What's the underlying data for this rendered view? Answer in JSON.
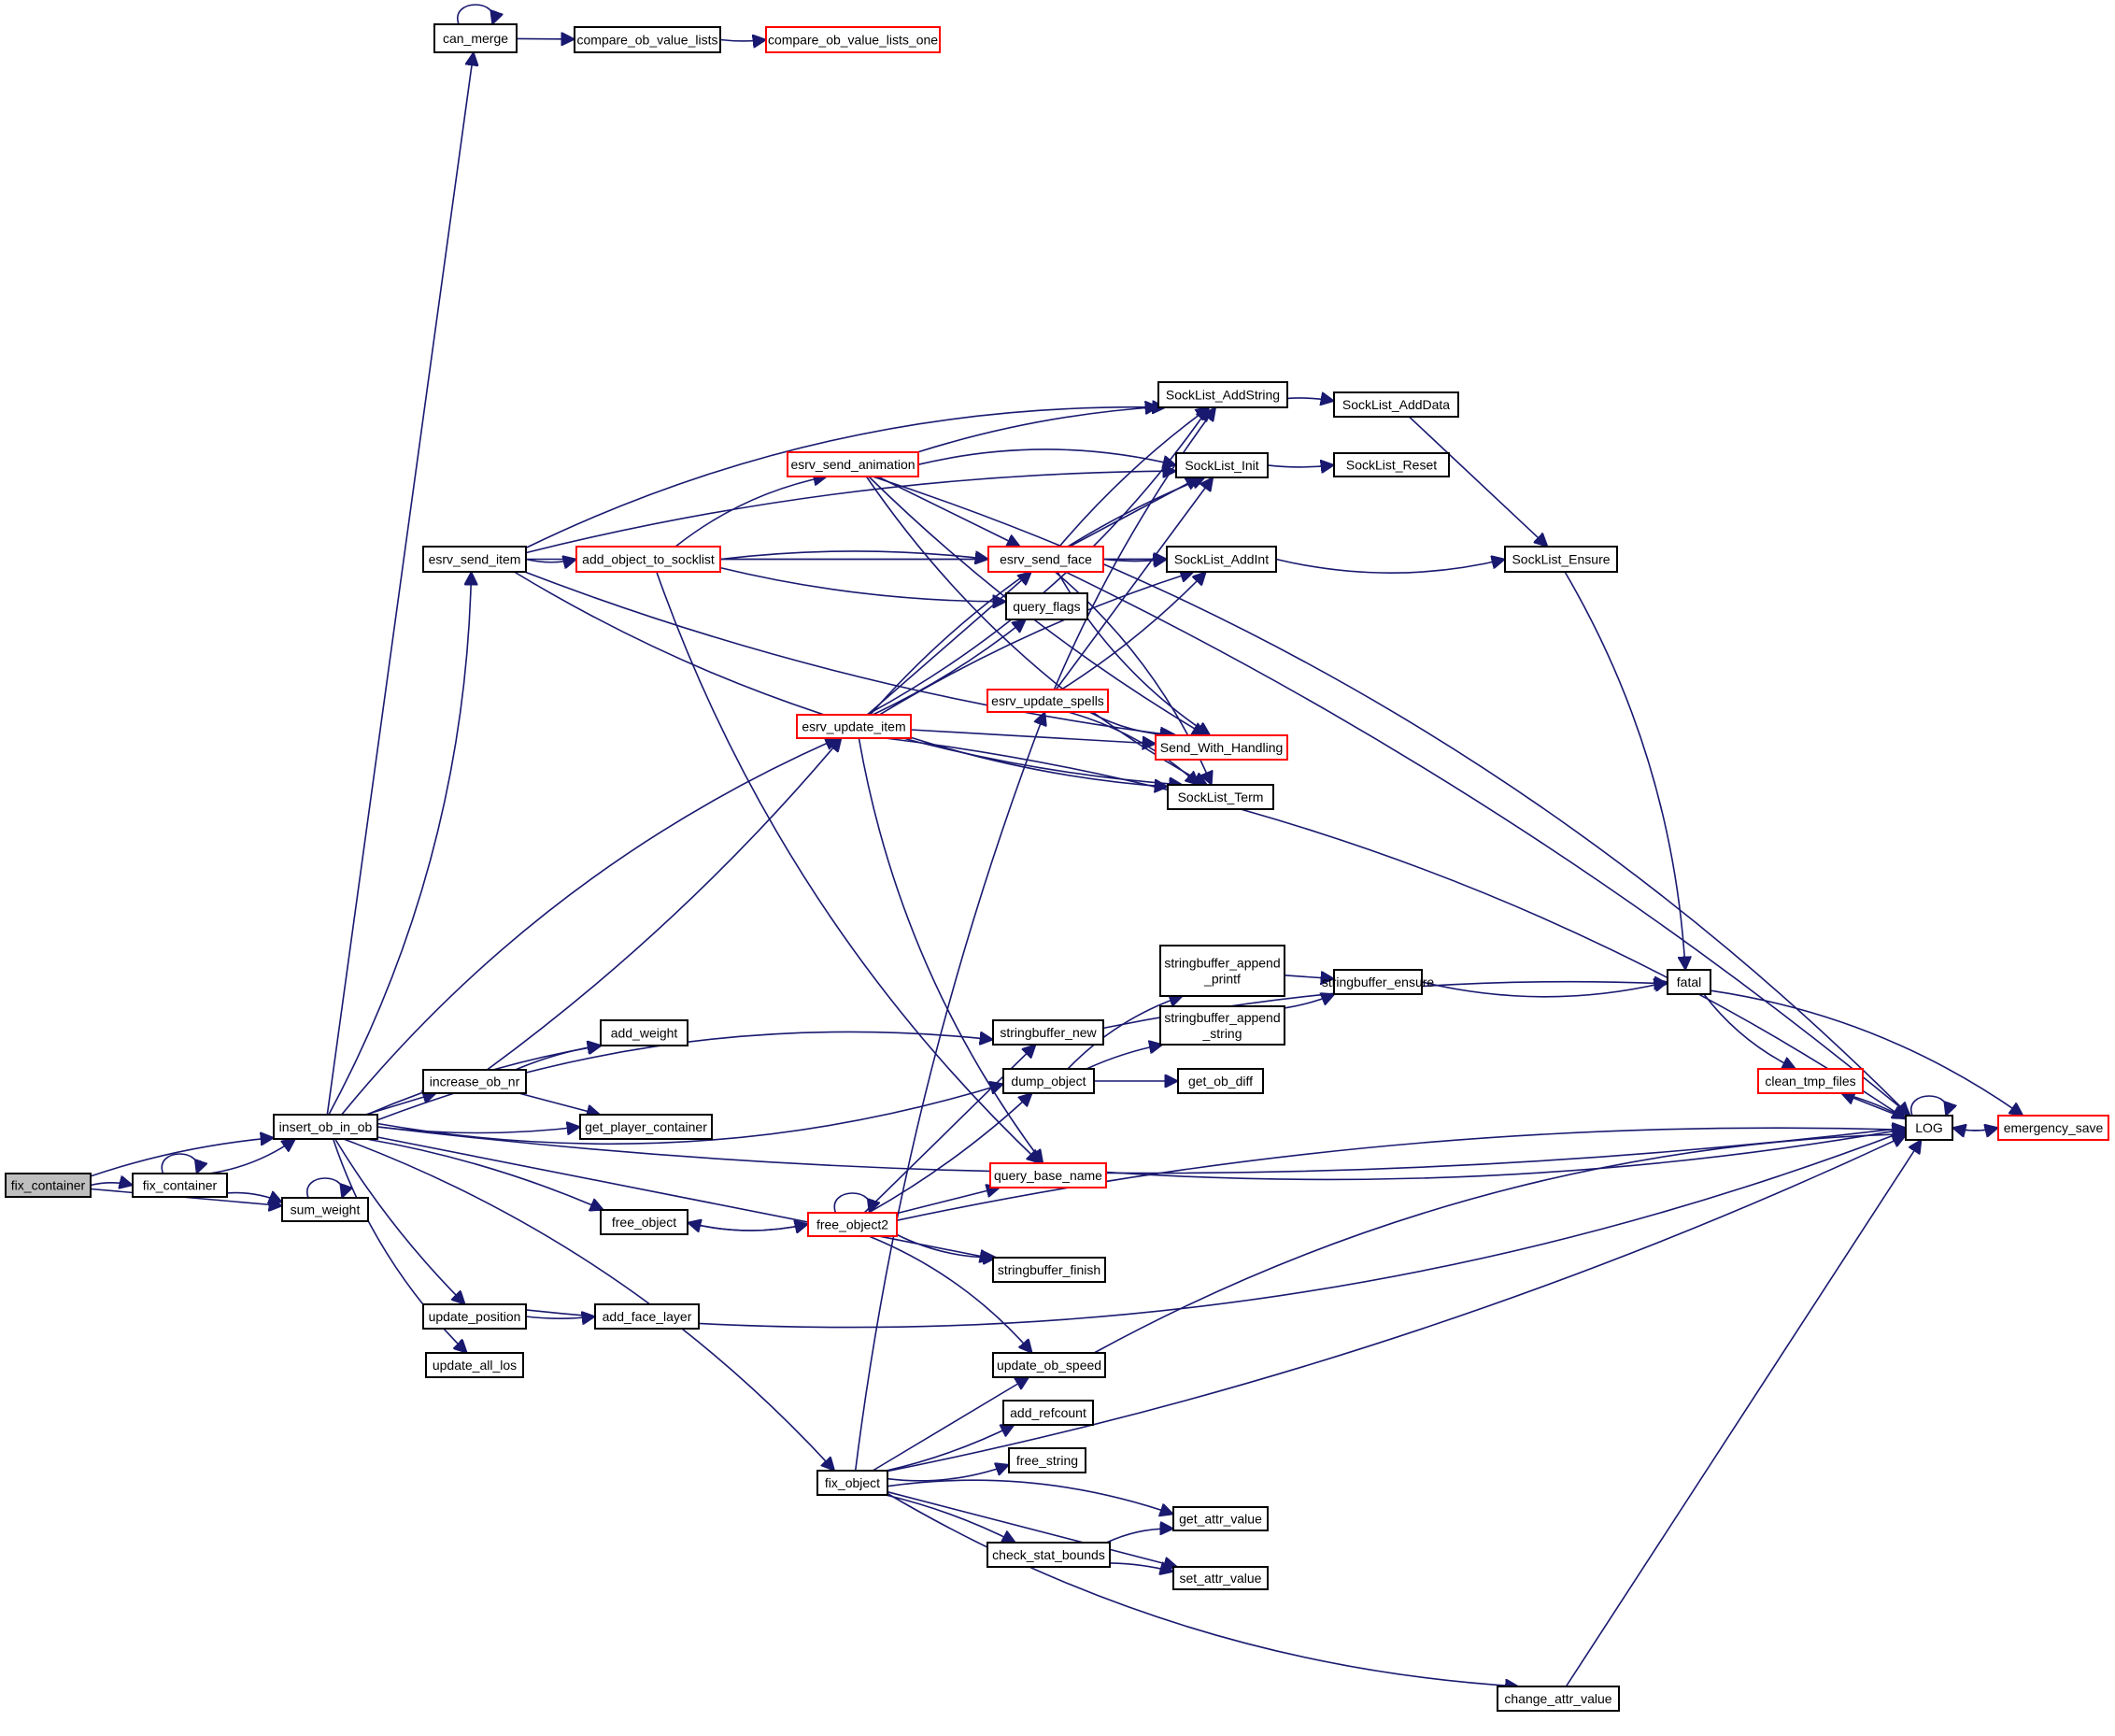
{
  "graph": {
    "title": "Call graph of fix_container",
    "colors": {
      "edge": "#191970",
      "node_border": "#000000",
      "truncated_border": "#ff0000",
      "root_fill": "#bfbfbf"
    },
    "nodes": [
      {
        "id": "root",
        "label": "fix_container",
        "style": "root"
      },
      {
        "id": "fix_container",
        "label": "fix_container",
        "style": "normal"
      },
      {
        "id": "sum_weight",
        "label": "sum_weight",
        "style": "normal"
      },
      {
        "id": "insert_ob_in_ob",
        "label": "insert_ob_in_ob",
        "style": "normal"
      },
      {
        "id": "can_merge",
        "label": "can_merge",
        "style": "normal"
      },
      {
        "id": "compare_ob_value_lists",
        "label": "compare_ob_value_lists",
        "style": "normal"
      },
      {
        "id": "compare_ob_value_lists_one",
        "label": "compare_ob_value_lists_one",
        "style": "truncated"
      },
      {
        "id": "esrv_send_item",
        "label": "esrv_send_item",
        "style": "normal"
      },
      {
        "id": "add_object_to_socklist",
        "label": "add_object_to_socklist",
        "style": "truncated"
      },
      {
        "id": "esrv_send_animation",
        "label": "esrv_send_animation",
        "style": "truncated"
      },
      {
        "id": "esrv_send_face",
        "label": "esrv_send_face",
        "style": "truncated"
      },
      {
        "id": "esrv_update_item",
        "label": "esrv_update_item",
        "style": "truncated"
      },
      {
        "id": "esrv_update_spells",
        "label": "esrv_update_spells",
        "style": "truncated"
      },
      {
        "id": "query_flags",
        "label": "query_flags",
        "style": "normal"
      },
      {
        "id": "SockList_AddString",
        "label": "SockList_AddString",
        "style": "normal"
      },
      {
        "id": "SockList_AddData",
        "label": "SockList_AddData",
        "style": "normal"
      },
      {
        "id": "SockList_Init",
        "label": "SockList_Init",
        "style": "normal"
      },
      {
        "id": "SockList_Reset",
        "label": "SockList_Reset",
        "style": "normal"
      },
      {
        "id": "SockList_AddInt",
        "label": "SockList_AddInt",
        "style": "normal"
      },
      {
        "id": "SockList_Ensure",
        "label": "SockList_Ensure",
        "style": "normal"
      },
      {
        "id": "Send_With_Handling",
        "label": "Send_With_Handling",
        "style": "truncated"
      },
      {
        "id": "SockList_Term",
        "label": "SockList_Term",
        "style": "normal"
      },
      {
        "id": "stringbuffer_append_printf",
        "label": "stringbuffer_append\n_printf",
        "style": "normal"
      },
      {
        "id": "stringbuffer_append_string",
        "label": "stringbuffer_append\n_string",
        "style": "normal"
      },
      {
        "id": "stringbuffer_ensure",
        "label": "stringbuffer_ensure",
        "style": "normal"
      },
      {
        "id": "stringbuffer_new",
        "label": "stringbuffer_new",
        "style": "normal"
      },
      {
        "id": "dump_object",
        "label": "dump_object",
        "style": "normal"
      },
      {
        "id": "get_ob_diff",
        "label": "get_ob_diff",
        "style": "normal"
      },
      {
        "id": "query_base_name",
        "label": "query_base_name",
        "style": "truncated"
      },
      {
        "id": "fatal",
        "label": "fatal",
        "style": "normal"
      },
      {
        "id": "clean_tmp_files",
        "label": "clean_tmp_files",
        "style": "truncated"
      },
      {
        "id": "LOG",
        "label": "LOG",
        "style": "normal"
      },
      {
        "id": "emergency_save",
        "label": "emergency_save",
        "style": "truncated"
      },
      {
        "id": "add_weight",
        "label": "add_weight",
        "style": "normal"
      },
      {
        "id": "increase_ob_nr",
        "label": "increase_ob_nr",
        "style": "normal"
      },
      {
        "id": "get_player_container",
        "label": "get_player_container",
        "style": "normal"
      },
      {
        "id": "free_object",
        "label": "free_object",
        "style": "normal"
      },
      {
        "id": "free_object2",
        "label": "free_object2",
        "style": "truncated"
      },
      {
        "id": "stringbuffer_finish",
        "label": "stringbuffer_finish",
        "style": "normal"
      },
      {
        "id": "update_position",
        "label": "update_position",
        "style": "normal"
      },
      {
        "id": "add_face_layer",
        "label": "add_face_layer",
        "style": "normal"
      },
      {
        "id": "update_all_los",
        "label": "update_all_los",
        "style": "normal"
      },
      {
        "id": "update_ob_speed",
        "label": "update_ob_speed",
        "style": "normal"
      },
      {
        "id": "add_refcount",
        "label": "add_refcount",
        "style": "normal"
      },
      {
        "id": "free_string",
        "label": "free_string",
        "style": "normal"
      },
      {
        "id": "fix_object",
        "label": "fix_object",
        "style": "normal"
      },
      {
        "id": "get_attr_value",
        "label": "get_attr_value",
        "style": "normal"
      },
      {
        "id": "check_stat_bounds",
        "label": "check_stat_bounds",
        "style": "normal"
      },
      {
        "id": "set_attr_value",
        "label": "set_attr_value",
        "style": "normal"
      },
      {
        "id": "change_attr_value",
        "label": "change_attr_value",
        "style": "normal"
      }
    ],
    "edges": [
      [
        "root",
        "fix_container"
      ],
      [
        "root",
        "insert_ob_in_ob"
      ],
      [
        "root",
        "sum_weight"
      ],
      [
        "fix_container",
        "fix_container"
      ],
      [
        "fix_container",
        "insert_ob_in_ob"
      ],
      [
        "fix_container",
        "sum_weight"
      ],
      [
        "sum_weight",
        "sum_weight"
      ],
      [
        "insert_ob_in_ob",
        "can_merge"
      ],
      [
        "insert_ob_in_ob",
        "LOG"
      ],
      [
        "insert_ob_in_ob",
        "esrv_send_item"
      ],
      [
        "insert_ob_in_ob",
        "esrv_update_item"
      ],
      [
        "insert_ob_in_ob",
        "add_weight"
      ],
      [
        "insert_ob_in_ob",
        "increase_ob_nr"
      ],
      [
        "insert_ob_in_ob",
        "get_player_container"
      ],
      [
        "insert_ob_in_ob",
        "dump_object"
      ],
      [
        "insert_ob_in_ob",
        "stringbuffer_new"
      ],
      [
        "insert_ob_in_ob",
        "free_object"
      ],
      [
        "insert_ob_in_ob",
        "stringbuffer_finish"
      ],
      [
        "insert_ob_in_ob",
        "update_position"
      ],
      [
        "insert_ob_in_ob",
        "update_all_los"
      ],
      [
        "insert_ob_in_ob",
        "fix_object"
      ],
      [
        "can_merge",
        "can_merge"
      ],
      [
        "can_merge",
        "compare_ob_value_lists"
      ],
      [
        "compare_ob_value_lists",
        "compare_ob_value_lists_one"
      ],
      [
        "esrv_send_item",
        "add_object_to_socklist"
      ],
      [
        "esrv_send_item",
        "SockList_AddString"
      ],
      [
        "esrv_send_item",
        "SockList_Init"
      ],
      [
        "esrv_send_item",
        "SockList_AddInt"
      ],
      [
        "esrv_send_item",
        "Send_With_Handling"
      ],
      [
        "esrv_send_item",
        "SockList_Term"
      ],
      [
        "add_object_to_socklist",
        "esrv_send_animation"
      ],
      [
        "add_object_to_socklist",
        "esrv_send_face"
      ],
      [
        "add_object_to_socklist",
        "SockList_AddInt"
      ],
      [
        "add_object_to_socklist",
        "query_flags"
      ],
      [
        "add_object_to_socklist",
        "query_base_name"
      ],
      [
        "esrv_send_animation",
        "SockList_Init"
      ],
      [
        "esrv_send_animation",
        "SockList_AddString"
      ],
      [
        "esrv_send_animation",
        "esrv_send_face"
      ],
      [
        "esrv_send_animation",
        "Send_With_Handling"
      ],
      [
        "esrv_send_animation",
        "SockList_Term"
      ],
      [
        "esrv_send_animation",
        "LOG"
      ],
      [
        "esrv_send_face",
        "SockList_AddString"
      ],
      [
        "esrv_send_face",
        "SockList_Init"
      ],
      [
        "esrv_send_face",
        "SockList_AddInt"
      ],
      [
        "esrv_send_face",
        "Send_With_Handling"
      ],
      [
        "esrv_send_face",
        "SockList_Term"
      ],
      [
        "esrv_send_face",
        "LOG"
      ],
      [
        "esrv_update_item",
        "esrv_send_face"
      ],
      [
        "esrv_update_item",
        "query_flags"
      ],
      [
        "esrv_update_item",
        "SockList_AddString"
      ],
      [
        "esrv_update_item",
        "SockList_Init"
      ],
      [
        "esrv_update_item",
        "SockList_AddInt"
      ],
      [
        "esrv_update_item",
        "Send_With_Handling"
      ],
      [
        "esrv_update_item",
        "SockList_Term"
      ],
      [
        "esrv_update_item",
        "query_base_name"
      ],
      [
        "esrv_update_item",
        "LOG"
      ],
      [
        "esrv_update_spells",
        "SockList_AddString"
      ],
      [
        "esrv_update_spells",
        "SockList_Init"
      ],
      [
        "esrv_update_spells",
        "SockList_AddInt"
      ],
      [
        "esrv_update_spells",
        "Send_With_Handling"
      ],
      [
        "esrv_update_spells",
        "SockList_Term"
      ],
      [
        "SockList_AddString",
        "SockList_AddData"
      ],
      [
        "SockList_AddData",
        "SockList_Ensure"
      ],
      [
        "SockList_Init",
        "SockList_Reset"
      ],
      [
        "SockList_AddInt",
        "SockList_Ensure"
      ],
      [
        "SockList_Ensure",
        "fatal"
      ],
      [
        "stringbuffer_new",
        "fatal"
      ],
      [
        "stringbuffer_append_printf",
        "stringbuffer_ensure"
      ],
      [
        "stringbuffer_append_string",
        "stringbuffer_ensure"
      ],
      [
        "stringbuffer_ensure",
        "fatal"
      ],
      [
        "dump_object",
        "stringbuffer_append_printf"
      ],
      [
        "dump_object",
        "stringbuffer_append_string"
      ],
      [
        "dump_object",
        "get_ob_diff"
      ],
      [
        "query_base_name",
        "LOG"
      ],
      [
        "fatal",
        "clean_tmp_files"
      ],
      [
        "fatal",
        "emergency_save"
      ],
      [
        "clean_tmp_files",
        "LOG"
      ],
      [
        "LOG",
        "clean_tmp_files"
      ],
      [
        "LOG",
        "LOG"
      ],
      [
        "LOG",
        "emergency_save"
      ],
      [
        "emergency_save",
        "LOG"
      ],
      [
        "increase_ob_nr",
        "add_weight"
      ],
      [
        "increase_ob_nr",
        "get_player_container"
      ],
      [
        "increase_ob_nr",
        "esrv_update_item"
      ],
      [
        "free_object",
        "free_object2"
      ],
      [
        "free_object2",
        "free_object"
      ],
      [
        "free_object2",
        "free_object2"
      ],
      [
        "free_object2",
        "stringbuffer_new"
      ],
      [
        "free_object2",
        "dump_object"
      ],
      [
        "free_object2",
        "stringbuffer_finish"
      ],
      [
        "free_object2",
        "update_ob_speed"
      ],
      [
        "free_object2",
        "LOG"
      ],
      [
        "free_object2",
        "query_base_name"
      ],
      [
        "update_position",
        "add_face_layer"
      ],
      [
        "update_position",
        "LOG"
      ],
      [
        "update_ob_speed",
        "LOG"
      ],
      [
        "fix_object",
        "esrv_update_spells"
      ],
      [
        "fix_object",
        "update_ob_speed"
      ],
      [
        "fix_object",
        "add_refcount"
      ],
      [
        "fix_object",
        "free_string"
      ],
      [
        "fix_object",
        "get_attr_value"
      ],
      [
        "fix_object",
        "check_stat_bounds"
      ],
      [
        "fix_object",
        "set_attr_value"
      ],
      [
        "fix_object",
        "LOG"
      ],
      [
        "fix_object",
        "change_attr_value"
      ],
      [
        "check_stat_bounds",
        "get_attr_value"
      ],
      [
        "check_stat_bounds",
        "set_attr_value"
      ],
      [
        "change_attr_value",
        "LOG"
      ]
    ]
  }
}
